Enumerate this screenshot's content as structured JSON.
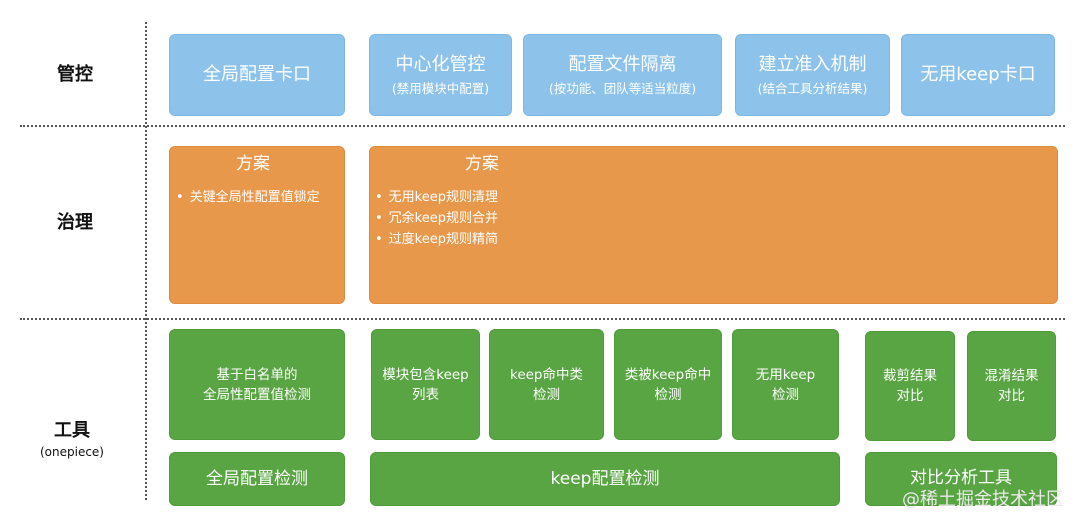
{
  "rows": {
    "control": {
      "label": "管控"
    },
    "governance": {
      "label": "治理"
    },
    "tools": {
      "label": "工具",
      "sublabel": "(onepiece)"
    }
  },
  "control_boxes": [
    {
      "title": "全局配置卡口",
      "sub": ""
    },
    {
      "title": "中心化管控",
      "sub": "(禁用模块中配置)"
    },
    {
      "title": "配置文件隔离",
      "sub": "(按功能、团队等适当粒度)"
    },
    {
      "title": "建立准入机制",
      "sub": "(结合工具分析结果)"
    },
    {
      "title": "无用keep卡口",
      "sub": ""
    }
  ],
  "governance_boxes": [
    {
      "heading": "方案",
      "bullets": [
        "关键全局性配置值锁定"
      ]
    },
    {
      "heading": "方案",
      "bullets": [
        "无用keep规则清理",
        "冗余keep规则合并",
        "过度keep规则精简"
      ]
    }
  ],
  "tool_boxes": [
    {
      "line1": "基于白名单的",
      "line2": "全局性配置值检测"
    },
    {
      "line1": "模块包含keep",
      "line2": "列表"
    },
    {
      "line1": "keep命中类",
      "line2": "检测"
    },
    {
      "line1": "类被keep命中",
      "line2": "检测"
    },
    {
      "line1": "无用keep",
      "line2": "检测"
    },
    {
      "line1": "裁剪结果",
      "line2": "对比"
    },
    {
      "line1": "混淆结果",
      "line2": "对比"
    }
  ],
  "tool_groups": [
    {
      "label": "全局配置检测"
    },
    {
      "label": "keep配置检测"
    },
    {
      "label": "对比分析工具"
    }
  ],
  "watermark": "@稀土掘金技术社区",
  "colors": {
    "control": "#8dc3ea",
    "governance": "#e8984b",
    "tools": "#5aa543"
  }
}
